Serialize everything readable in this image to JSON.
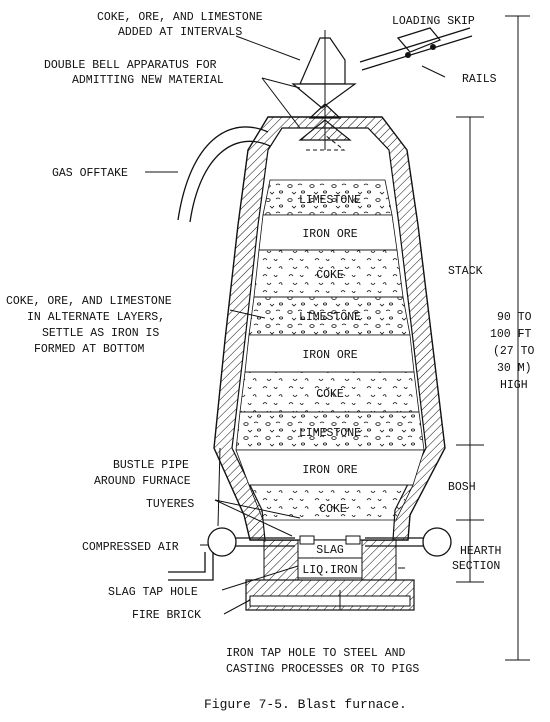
{
  "figure": {
    "caption": "Figure 7-5.  Blast furnace."
  },
  "labels": {
    "top_note": [
      "COKE, ORE, AND LIMESTONE",
      "ADDED AT INTERVALS"
    ],
    "loading_skip": "LOADING SKIP",
    "double_bell": [
      "DOUBLE BELL APPARATUS FOR",
      "ADMITTING NEW MATERIAL"
    ],
    "rails": "RAILS",
    "gas_offtake": "GAS OFFTAKE",
    "alternate_layers": [
      "COKE, ORE, AND LIMESTONE",
      "IN ALTERNATE LAYERS,",
      "SETTLE AS IRON IS",
      "FORMED AT BOTTOM"
    ],
    "stack": "STACK",
    "height": [
      "90 TO",
      "100 FT",
      "(27 TO",
      "30 M)",
      "HIGH"
    ],
    "bosh": "BOSH",
    "bustle_pipe": [
      "BUSTLE PIPE",
      "AROUND FURNACE"
    ],
    "tuyeres": "TUYERES",
    "compressed_air": "COMPRESSED AIR",
    "hearth": [
      "HEARTH",
      "SECTION"
    ],
    "slag_tap_hole": "SLAG TAP HOLE",
    "fire_brick": "FIRE BRICK",
    "iron_tap_hole": [
      "IRON TAP HOLE TO STEEL AND",
      "CASTING PROCESSES OR TO PIGS"
    ]
  },
  "layers": {
    "limestone_1": "LIMESTONE",
    "iron_ore_1": "IRON ORE",
    "coke_1": "COKE",
    "limestone_2": "LIMESTONE",
    "iron_ore_2": "IRON ORE",
    "coke_2": "COKE",
    "limestone_3": "LIMESTONE",
    "iron_ore_3": "IRON ORE",
    "coke_3": "COKE",
    "slag": "SLAG",
    "liquid_iron": "LIQ.IRON"
  }
}
